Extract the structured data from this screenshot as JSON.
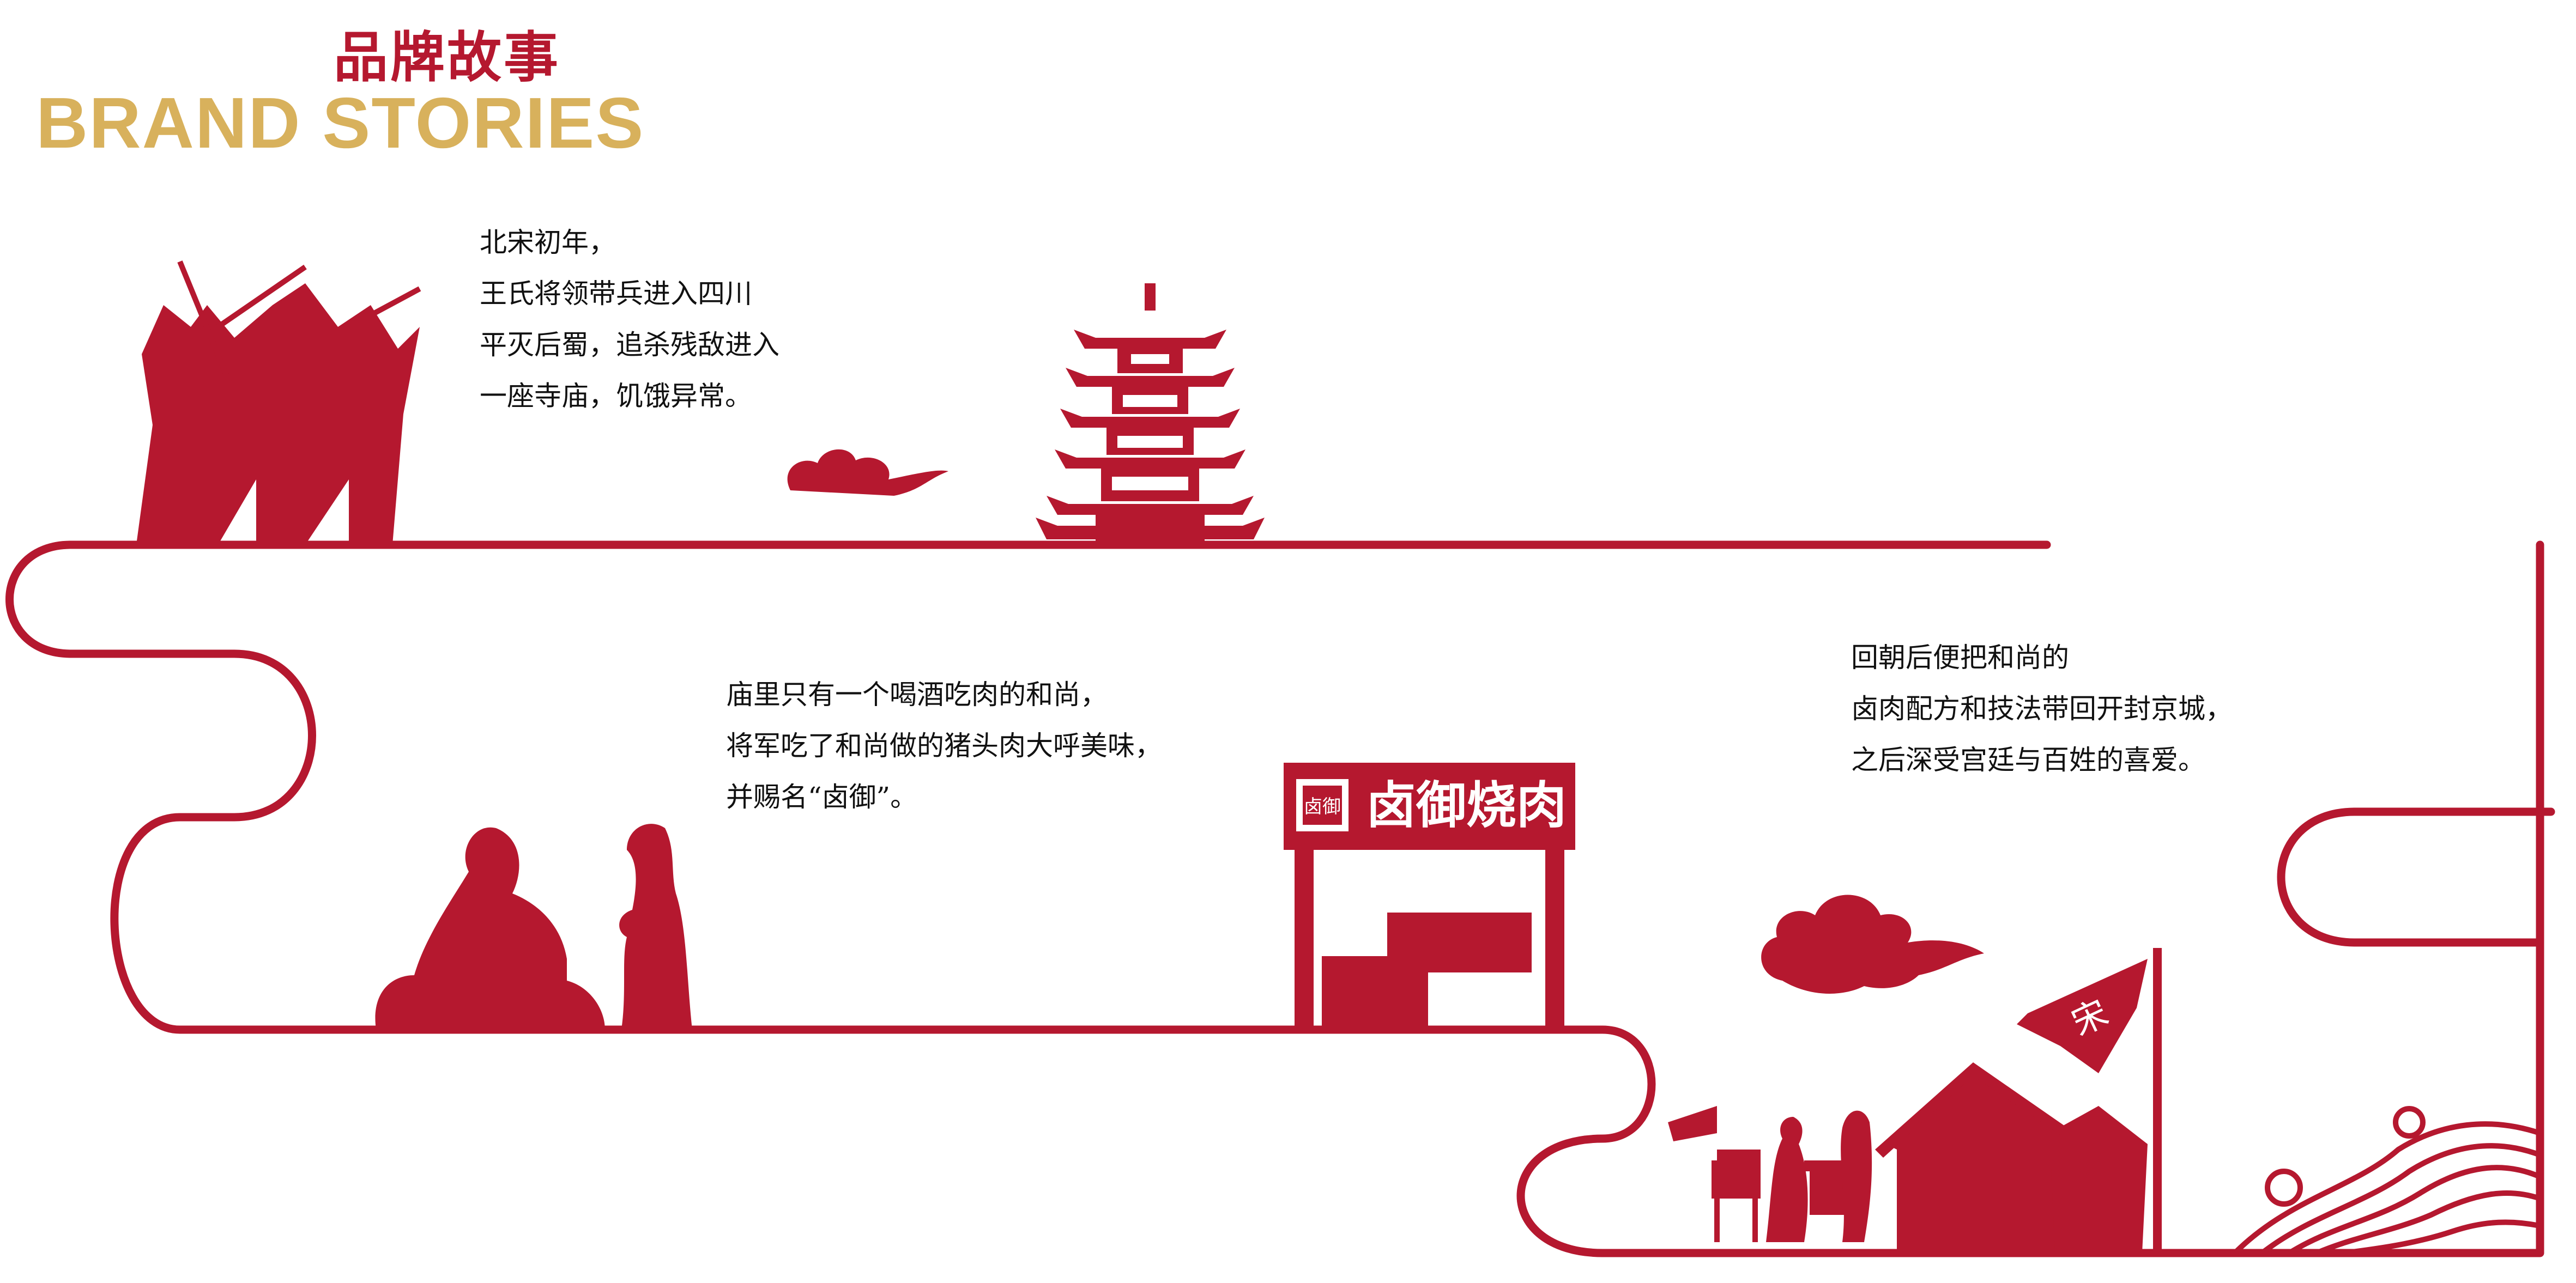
{
  "header": {
    "title_cn": "品牌故事",
    "title_en": "BRAND STORIES"
  },
  "stories": [
    {
      "lines": [
        "北宋初年，",
        "王氏将领带兵进入四川",
        "平灭后蜀，追杀残敌进入",
        "一座寺庙，饥饿异常。"
      ]
    },
    {
      "lines": [
        "庙里只有一个喝酒吃肉的和尚，",
        "将军吃了和尚做的猪头肉大呼美味，",
        "并赐名“卤御”。"
      ]
    },
    {
      "lines": [
        "回朝后便把和尚的",
        "卤肉配方和技法带回开封京城，",
        "之后深受宫廷与百姓的喜爱。"
      ]
    }
  ],
  "shop_sign": {
    "seal": "卤御",
    "name": "卤御烧肉"
  },
  "flag_text": "宋",
  "colors": {
    "accent": "#b5182f",
    "gold": "#d8b15c",
    "text": "#111111",
    "background": "#ffffff"
  }
}
